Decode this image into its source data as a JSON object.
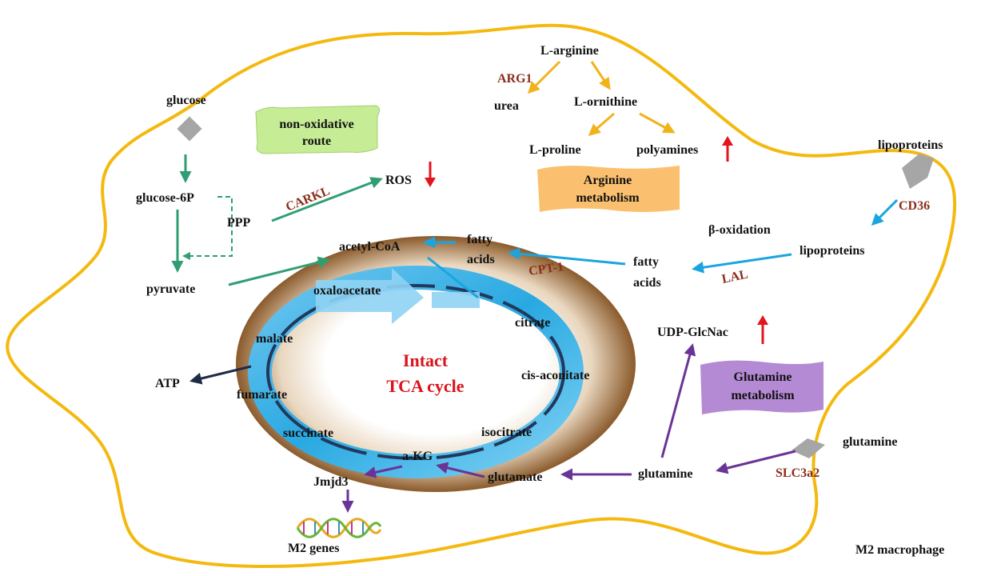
{
  "colors": {
    "membrane": "#f4b90f",
    "glycolysis_arrow": "#2f9e73",
    "arginine_arrow": "#f0b31a",
    "lipid_arrow": "#1aa5de",
    "glutamine_arrow": "#6a3497",
    "atp_arrow": "#1f2a44",
    "up_down_arrow": "#e3141b",
    "enzyme_text": "#8b2e1a",
    "tca_title": "#d9141b",
    "ring_outer": "#8a5a2b",
    "ring_inner": "#29a9e1",
    "transporter": "#a6a6a6",
    "nonox_box": "#c6ec95",
    "arginine_box": "#fbc06f",
    "glutamine_box": "#b48ad4"
  },
  "cell_label": "M2 macrophage",
  "tca": {
    "title_line1": "Intact",
    "title_line2": "TCA cycle",
    "intermediates": {
      "oxaloacetate": "oxaloacetate",
      "citrate": "citrate",
      "cis_aconitate": "cis-aconitate",
      "isocitrate": "isocitrate",
      "akg": "a-KG",
      "succinate": "succinate",
      "fumarate": "fumarate",
      "malate": "malate"
    }
  },
  "glycolysis": {
    "glucose": "glucose",
    "glucose6p": "glucose-6P",
    "ppp": "PPP",
    "pyruvate": "pyruvate",
    "carkl": "CARKL",
    "ros": "ROS",
    "acetyl_coa": "acetyl-CoA",
    "atp": "ATP",
    "nonox_line1": "non-oxidative",
    "nonox_line2": "route"
  },
  "arginine": {
    "l_arginine": "L-arginine",
    "arg1": "ARG1",
    "urea": "urea",
    "l_ornithine": "L-ornithine",
    "l_proline": "L-proline",
    "polyamines": "polyamines",
    "box_line1": "Arginine",
    "box_line2": "metabolism"
  },
  "lipid": {
    "lipoproteins_outer": "lipoproteins",
    "cd36": "CD36",
    "beta_oxidation": "β-oxidation",
    "lipoproteins_inner": "lipoproteins",
    "lal": "LAL",
    "fatty_acids_1_line1": "fatty",
    "fatty_acids_1_line2": "acids",
    "fatty_acids_2_line1": "fatty",
    "fatty_acids_2_line2": "acids",
    "cpt1": "CPT-1"
  },
  "glutamine": {
    "glutamine_outer": "glutamine",
    "slc3a2": "SLC3a2",
    "glutamine_inner": "glutamine",
    "glutamate": "glutamate",
    "udp_glcnac": "UDP-GlcNac",
    "jmjd3": "Jmjd3",
    "m2_genes": "M2 genes",
    "box_line1": "Glutamine",
    "box_line2": "metabolism"
  }
}
